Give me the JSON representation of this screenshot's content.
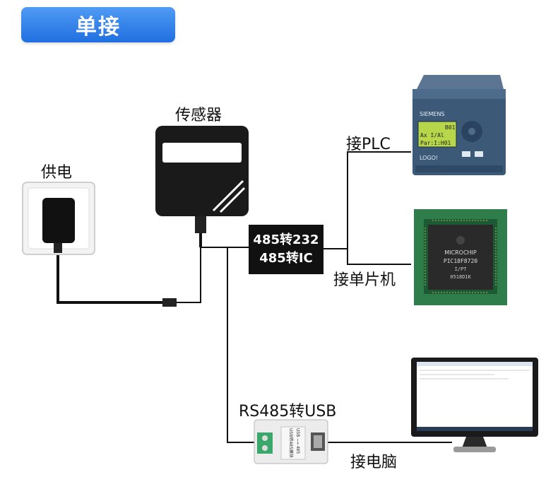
{
  "title": "单接",
  "labels": {
    "power": "供电",
    "sensor": "传感器",
    "converter_line1": "485转232",
    "converter_line2": "485转IC",
    "plc": "接PLC",
    "mcu": "接单片机",
    "usb_converter": "RS485转USB",
    "computer": "接电脑"
  },
  "device_text": {
    "plc_brand": "SIEMENS",
    "plc_model": "LOGO!",
    "plc_screen_line1": "B01",
    "plc_screen_line2": "Ax I/Al",
    "plc_screen_line3": "Par:I:H01",
    "chip_brand": "MICROCHIP",
    "chip_model": "PIC18F8720",
    "chip_line2": "I/PT",
    "chip_line3": "0518D1K",
    "usb_box_line1": "USB转485模块",
    "usb_box_line2": "USB ⟶ 485"
  },
  "colors": {
    "badge": "#2f80ed",
    "wire": "#111111",
    "pcb_green": "#2e7d4a",
    "plc_body": "#3c5a78",
    "plc_screen": "#b7d64a"
  }
}
